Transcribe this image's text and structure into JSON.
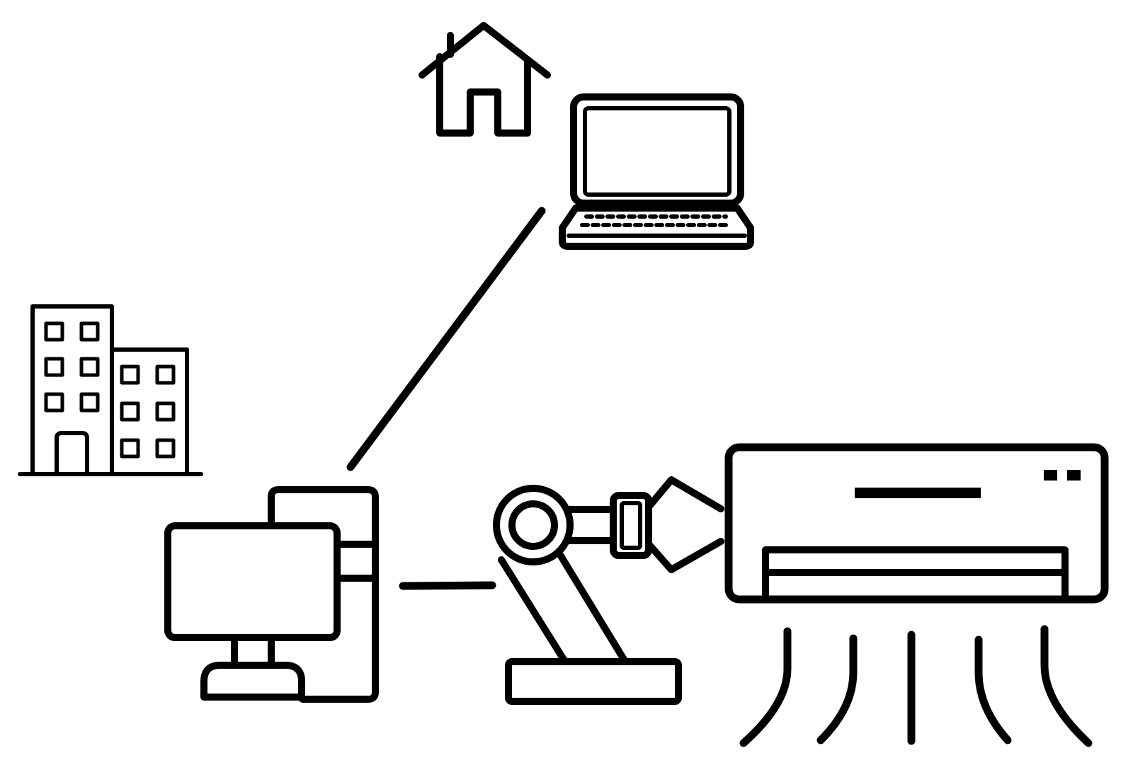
{
  "diagram": {
    "background": "#ffffff",
    "stroke_color": "#000000",
    "nodes": [
      {
        "id": "home",
        "icon": "house-icon"
      },
      {
        "id": "laptop",
        "icon": "laptop-icon"
      },
      {
        "id": "office",
        "icon": "office-buildings-icon"
      },
      {
        "id": "desktop",
        "icon": "desktop-computer-icon"
      },
      {
        "id": "robot",
        "icon": "robotic-arm-icon"
      },
      {
        "id": "ac",
        "icon": "air-conditioner-icon"
      }
    ],
    "connections": [
      {
        "from": "desktop",
        "to": "laptop"
      },
      {
        "from": "desktop",
        "to": "robot"
      }
    ]
  }
}
